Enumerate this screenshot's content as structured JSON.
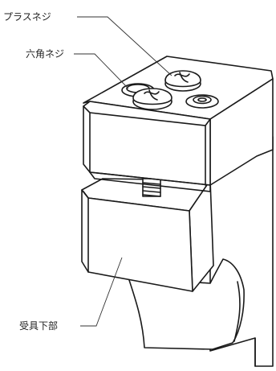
{
  "labels": {
    "plus_screw": "プラスネジ",
    "hex_screw": "六角ネジ",
    "receiver_lower": "受具下部"
  },
  "colors": {
    "line": "#1a1a1a",
    "fill": "#ffffff",
    "background": "#ffffff"
  }
}
